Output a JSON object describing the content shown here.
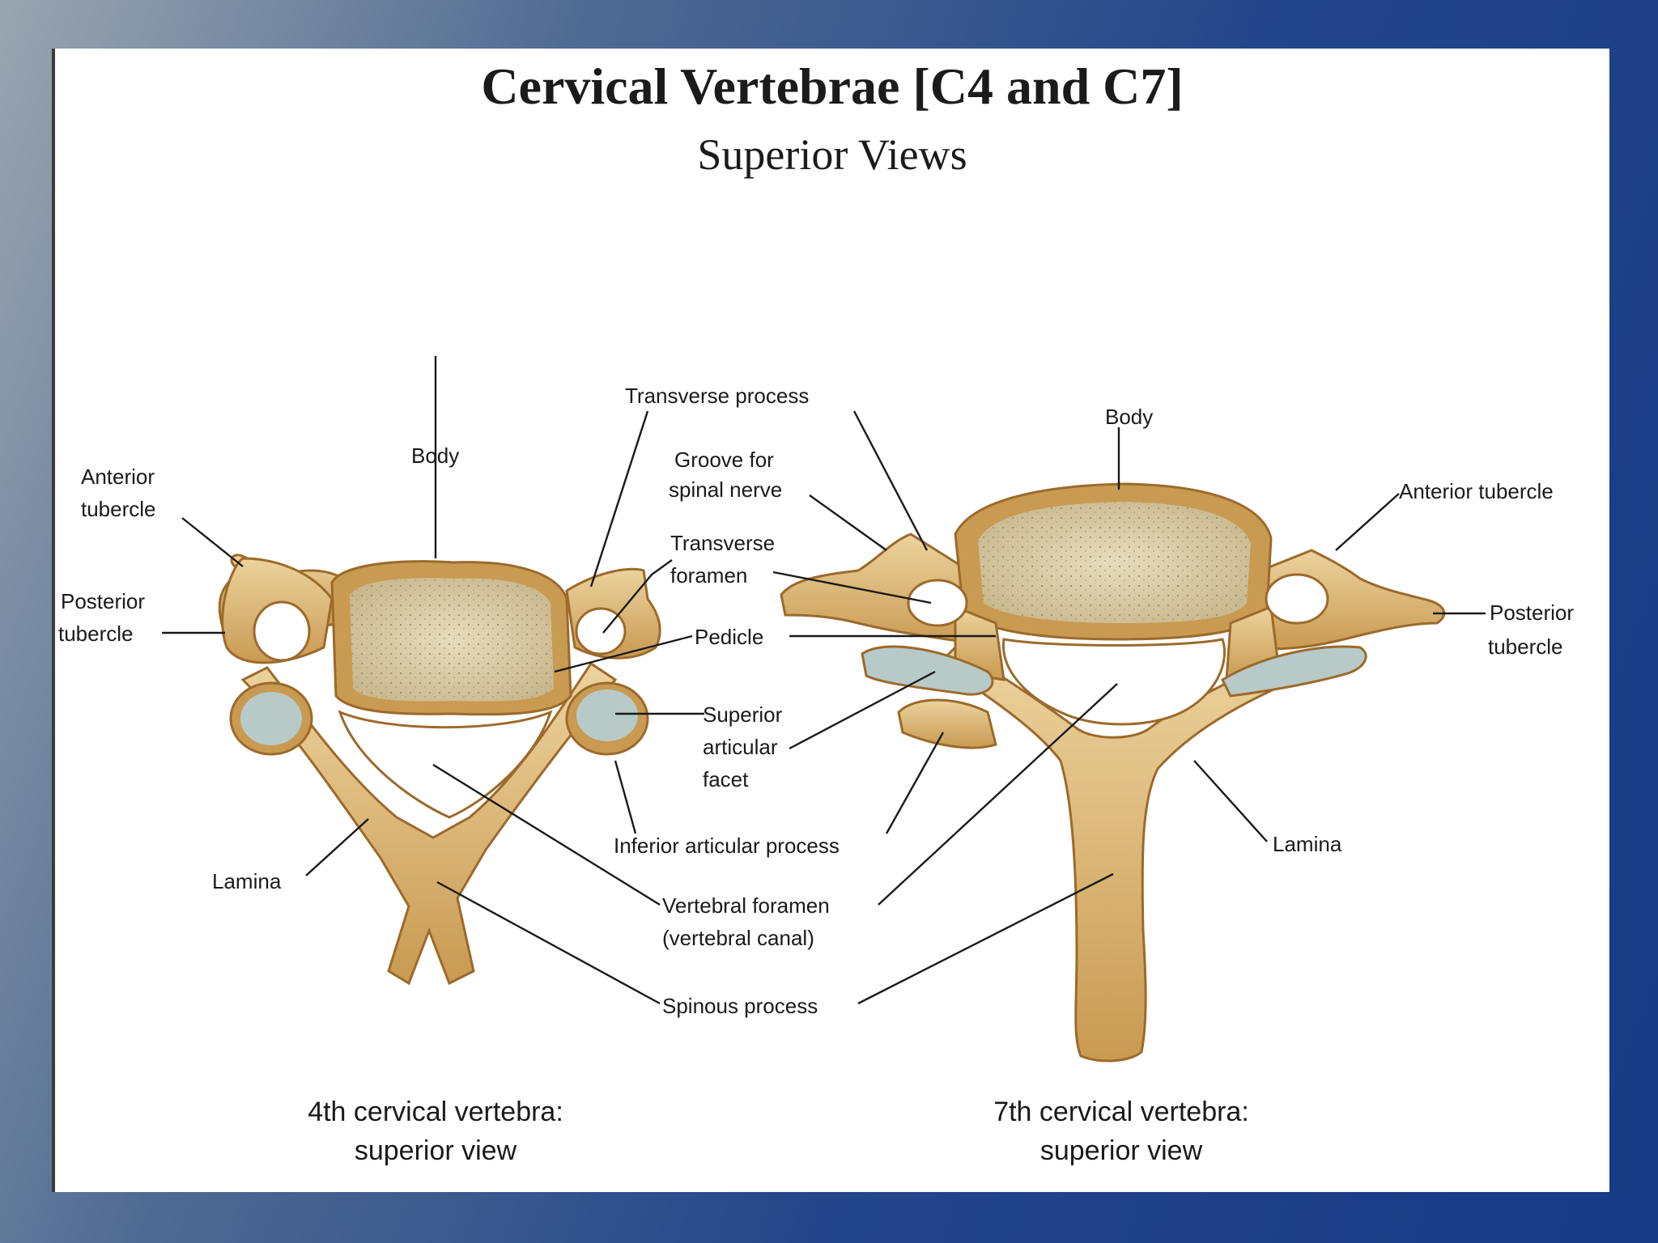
{
  "title": "Cervical Vertebrae [C4 and C7]",
  "subtitle": "Superior Views",
  "labels": {
    "c4_body": "Body",
    "c4_anterior_tubercle_1": "Anterior",
    "c4_anterior_tubercle_2": "tubercle",
    "c4_posterior_tubercle_1": "Posterior",
    "c4_posterior_tubercle_2": "tubercle",
    "c4_lamina": "Lamina",
    "transverse_process": "Transverse process",
    "groove_1": "Groove for",
    "groove_2": "spinal nerve",
    "transverse_foramen_1": "Transverse",
    "transverse_foramen_2": "foramen",
    "pedicle": "Pedicle",
    "superior_articular_1": "Superior",
    "superior_articular_2": "articular",
    "superior_articular_3": "facet",
    "inferior_articular": "Inferior articular process",
    "vertebral_foramen_1": "Vertebral foramen",
    "vertebral_foramen_2": "(vertebral canal)",
    "spinous_process": "Spinous process",
    "c7_body": "Body",
    "c7_anterior_tubercle": "Anterior tubercle",
    "c7_posterior_tubercle_1": "Posterior",
    "c7_posterior_tubercle_2": "tubercle",
    "c7_lamina": "Lamina"
  },
  "captions": {
    "c4_line1": "4th cervical vertebra:",
    "c4_line2": "superior view",
    "c7_line1": "7th cervical vertebra:",
    "c7_line2": "superior view"
  },
  "colors": {
    "bone": "#e2c48c",
    "bone_dark": "#a9742f",
    "body_surface": "#d9cfae",
    "facet": "#b7cac7",
    "background_blue": "#173a86"
  }
}
